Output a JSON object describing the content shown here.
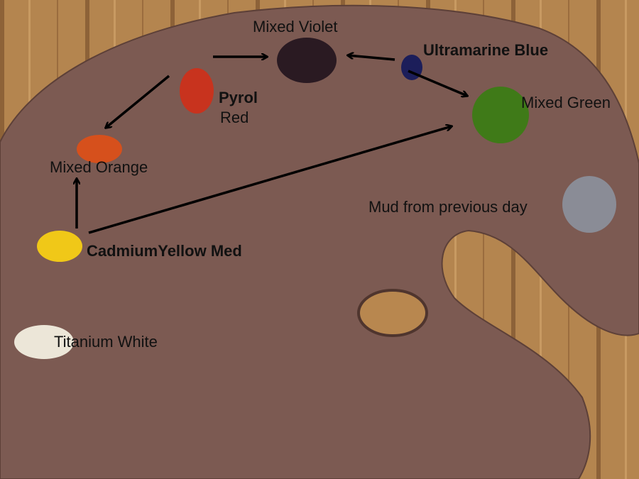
{
  "labels": {
    "mixed_violet": "Mixed Violet",
    "ultramarine_blue": "Ultramarine Blue",
    "pyrol_red_1": "Pyrol",
    "pyrol_red_2": "Red",
    "mixed_green": "Mixed Green",
    "mixed_orange": "Mixed Orange",
    "mud": "Mud from previous day",
    "cadmium_yellow": "CadmiumYellow Med",
    "titanium_white": "Titanium White"
  },
  "colors": {
    "wood": "#a8794a",
    "palette": "#7c5a52",
    "violet": "#2a1a22",
    "blue": "#1c1e5a",
    "red": "#c8331e",
    "green": "#3f7a18",
    "orange": "#d6501c",
    "mud": "#8a8c96",
    "yellow": "#f0c818",
    "white": "#ece6d8"
  }
}
